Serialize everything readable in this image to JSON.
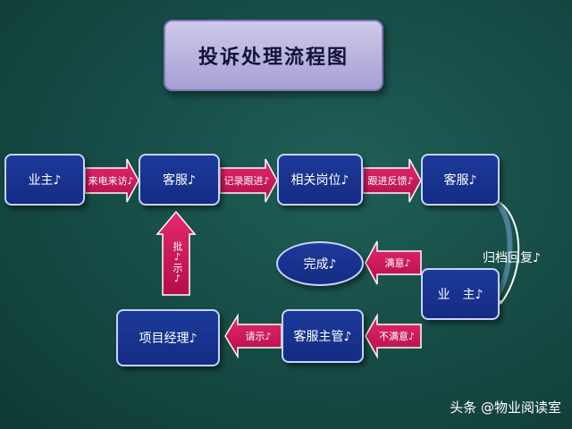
{
  "title": "投诉处理流程图",
  "nodes": {
    "owner_top": "业主♪",
    "service1": "客服♪",
    "related_post": "相关岗位♪",
    "service2": "客服♪",
    "owner_bottom": "业　主♪",
    "complete": "完成♪",
    "service_supervisor": "客服主管♪",
    "project_manager": "项目经理♪"
  },
  "arrows": {
    "incoming_call": "来电来访♪",
    "record_follow": "记录跟进♪",
    "follow_feedback": "跟进反馈♪",
    "archive_return": "归档回复♪",
    "satisfied": "满意♪",
    "unsatisfied": "不满意♪",
    "request": "请示♪",
    "approve": "批♪示♪"
  },
  "watermark": "头条 @物业阅读室",
  "colors": {
    "node_fill": "#1a3491",
    "arrow_fill": "#d4165a",
    "title_fill": "#b8b1de",
    "background": "#164a44"
  }
}
